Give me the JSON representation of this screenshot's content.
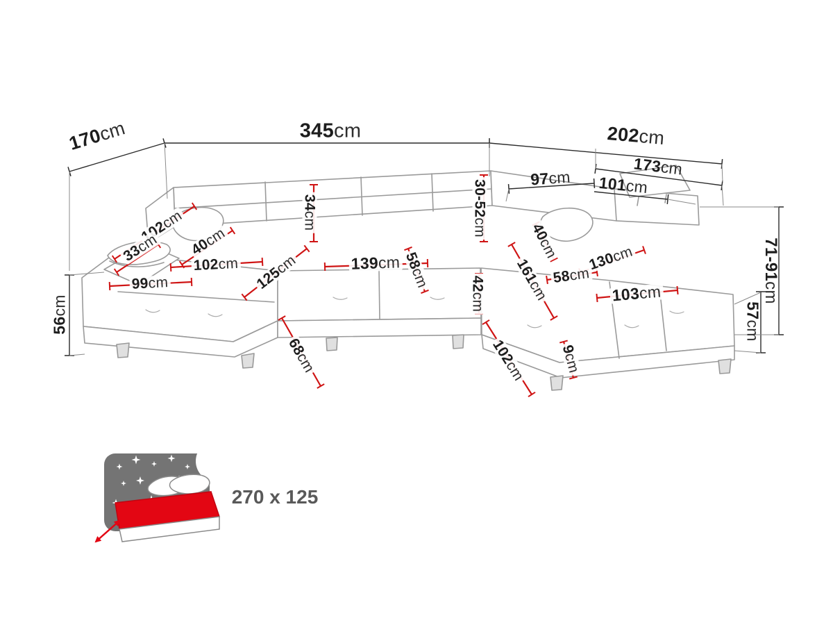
{
  "diagram_type": "corner-sofa-dimension-drawing",
  "colors": {
    "dimension_red": "#cf1414",
    "sofa_line_gray": "#9a9a9a",
    "text_dark": "#1d1d1d",
    "bed_mattress_red": "#e30613",
    "night_icon_gray": "#747474",
    "bed_size_text": "#595959"
  },
  "labels": [
    {
      "id": "width-left-section",
      "num": "170",
      "unit": "cm"
    },
    {
      "id": "width-total",
      "num": "345",
      "unit": "cm"
    },
    {
      "id": "width-right-section",
      "num": "202",
      "unit": "cm"
    },
    {
      "id": "right-back-width",
      "num": "173",
      "unit": "cm"
    },
    {
      "id": "back-segment-97",
      "num": "97",
      "unit": "cm"
    },
    {
      "id": "back-segment-101",
      "num": "101",
      "unit": "cm"
    },
    {
      "id": "left-back-depth-102",
      "num": "102",
      "unit": "cm"
    },
    {
      "id": "armrest-width-33",
      "num": "33",
      "unit": "cm"
    },
    {
      "id": "left-cushion-40",
      "num": "40",
      "unit": "cm"
    },
    {
      "id": "backrest-height-34",
      "num": "34",
      "unit": "cm"
    },
    {
      "id": "headrest-range-30-52",
      "num": "30-52",
      "unit": "cm"
    },
    {
      "id": "left-seat-102",
      "num": "102",
      "unit": "cm"
    },
    {
      "id": "chaise-depth-125",
      "num": "125",
      "unit": "cm"
    },
    {
      "id": "center-seat-139",
      "num": "139",
      "unit": "cm"
    },
    {
      "id": "center-depth-58",
      "num": "58",
      "unit": "cm"
    },
    {
      "id": "left-seat-99",
      "num": "99",
      "unit": "cm"
    },
    {
      "id": "seat-depth-42",
      "num": "42",
      "unit": "cm"
    },
    {
      "id": "right-chaise-161",
      "num": "161",
      "unit": "cm"
    },
    {
      "id": "right-cushion-40",
      "num": "40",
      "unit": "cm"
    },
    {
      "id": "right-seat-58",
      "num": "58",
      "unit": "cm"
    },
    {
      "id": "right-back-130",
      "num": "130",
      "unit": "cm"
    },
    {
      "id": "right-seat-103",
      "num": "103",
      "unit": "cm"
    },
    {
      "id": "seat-height-56",
      "num": "56",
      "unit": "cm"
    },
    {
      "id": "back-height-71-91",
      "num": "71-91",
      "unit": "cm"
    },
    {
      "id": "side-height-57",
      "num": "57",
      "unit": "cm"
    },
    {
      "id": "front-width-68",
      "num": "68",
      "unit": "cm"
    },
    {
      "id": "front-depth-102",
      "num": "102",
      "unit": "cm"
    },
    {
      "id": "front-edge-9",
      "num": "9",
      "unit": "cm"
    }
  ],
  "sleeping_area": {
    "label": "270 x 125"
  }
}
